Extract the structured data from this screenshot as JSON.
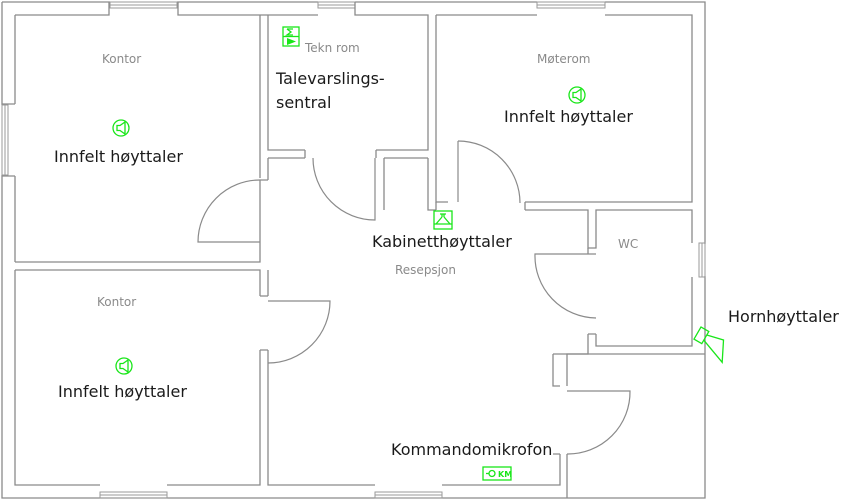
{
  "diagram": {
    "type": "floor-plan",
    "colors": {
      "wall": "#8a8a8a",
      "room_label": "#8a8a8a",
      "device_label": "#1a1a1a",
      "device_symbol": "#19e619",
      "background": "#ffffff"
    }
  },
  "rooms": [
    {
      "id": "kontor-1",
      "label": "Kontor"
    },
    {
      "id": "tekn-rom",
      "label": "Tekn rom"
    },
    {
      "id": "moterom",
      "label": "Møterom"
    },
    {
      "id": "wc",
      "label": "WC"
    },
    {
      "id": "resepsjon",
      "label": "Resepsjon"
    },
    {
      "id": "kontor-2",
      "label": "Kontor"
    }
  ],
  "devices": [
    {
      "id": "speaker-kontor-1",
      "icon": "recessed-speaker-icon",
      "label": "Innfelt høyttaler"
    },
    {
      "id": "central",
      "icon": "voice-alarm-central-icon",
      "label_line1": "Talevarslings-",
      "label_line2": "sentral"
    },
    {
      "id": "speaker-moterom",
      "icon": "recessed-speaker-icon",
      "label": "Innfelt høyttaler"
    },
    {
      "id": "cabinet-speaker",
      "icon": "cabinet-speaker-icon",
      "label": "Kabinetthøyttaler"
    },
    {
      "id": "horn-speaker",
      "icon": "horn-speaker-icon",
      "label": "Hornhøyttaler"
    },
    {
      "id": "speaker-kontor-2",
      "icon": "recessed-speaker-icon",
      "label": "Innfelt høyttaler"
    },
    {
      "id": "command-mic",
      "icon": "command-microphone-icon",
      "label": "Kommandomikrofon",
      "badge": "KM"
    }
  ]
}
